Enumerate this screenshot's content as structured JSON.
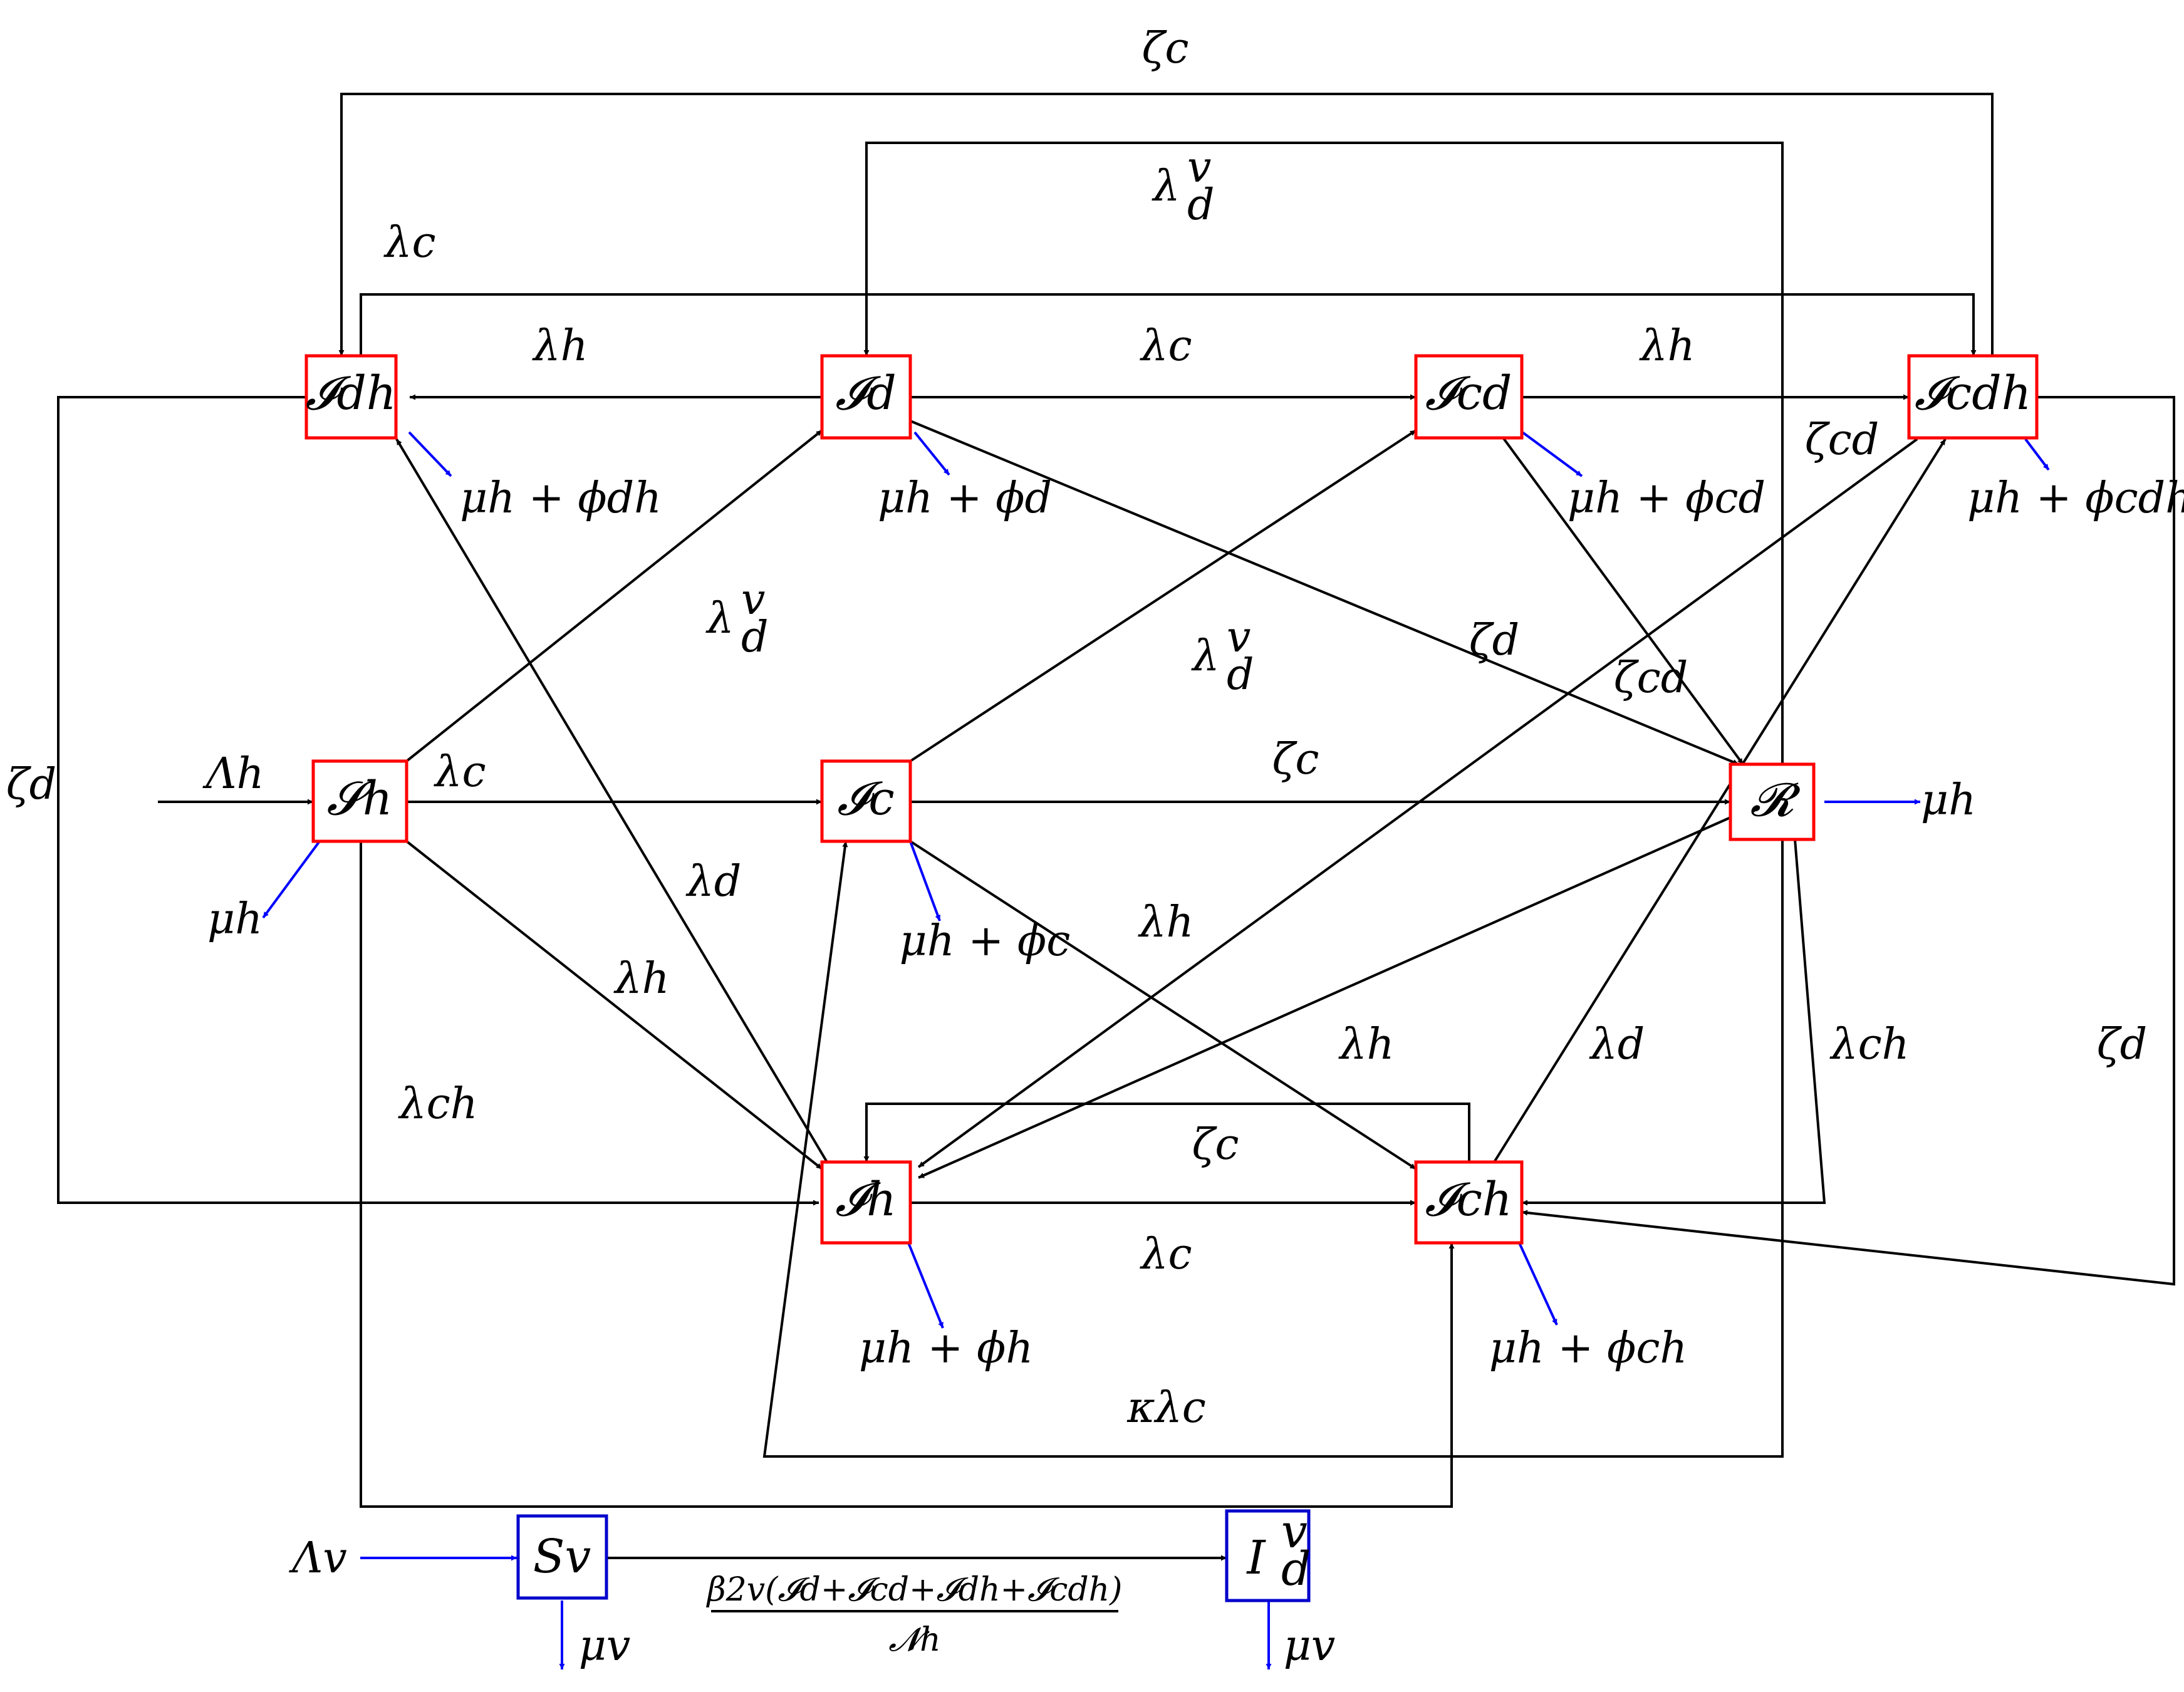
{
  "compartments": {
    "Idh": "𝓘dh",
    "Id": "𝓘d",
    "Icd": "𝓘cd",
    "Icdh": "𝓘cdh",
    "Sh": "𝓢h",
    "Ic": "𝓘c",
    "R": "𝓡",
    "Ih": "𝓘h",
    "Ich": "𝓘ch",
    "Sv": "Sv",
    "Idv": "I"
  },
  "compartment_suffix": {
    "Idv_sup": "v",
    "Idv_sub": "d"
  },
  "labels": {
    "zeta_c_top": "ζc",
    "lambda_dv_top": "λ",
    "lambda_c_topleft": "λc",
    "lambda_h_1": "λh",
    "lambda_c_1": "λc",
    "lambda_h_2": "λh",
    "zeta_cd_1": "ζcd",
    "lambda_dv_left": "λ",
    "lambda_dv_mid": "λ",
    "zeta_d_mid": "ζd",
    "zeta_cd_2": "ζcd",
    "zeta_d_left": "ζd",
    "Lambda_h": "Λh",
    "lambda_c_2": "λc",
    "zeta_c_mid": "ζc",
    "lambda_d_1": "λd",
    "lambda_h_3": "λh",
    "lambda_h_4": "λh",
    "lambda_h_5": "λh",
    "lambda_d_2": "λd",
    "lambda_ch_1": "λch",
    "zeta_d_right": "ζd",
    "lambda_ch_2": "λch",
    "zeta_c_bottom": "ζc",
    "lambda_c_3": "λc",
    "kappa_lambda_c": "κλc",
    "Lambda_v": "Λv",
    "frac_num": "β2v(𝓘d+𝓘cd+𝓘dh+𝓘cdh)",
    "frac_den": "𝓝h"
  },
  "outflows": {
    "Idh": "μh + ϕdh",
    "Id": "μh + ϕd",
    "Icd": "μh + ϕcd",
    "Icdh": "μh + ϕcdh",
    "Sh": "μh",
    "Ic": "μh + ϕc",
    "R": "μh",
    "Ih": "μh + ϕh",
    "Ich": "μh + ϕch",
    "Sv": "μv",
    "Idv": "μv"
  },
  "colors": {
    "human_box": "#ff0000",
    "vector_box": "#0000cc",
    "flow": "#000000",
    "death_flow": "#0000ff"
  }
}
